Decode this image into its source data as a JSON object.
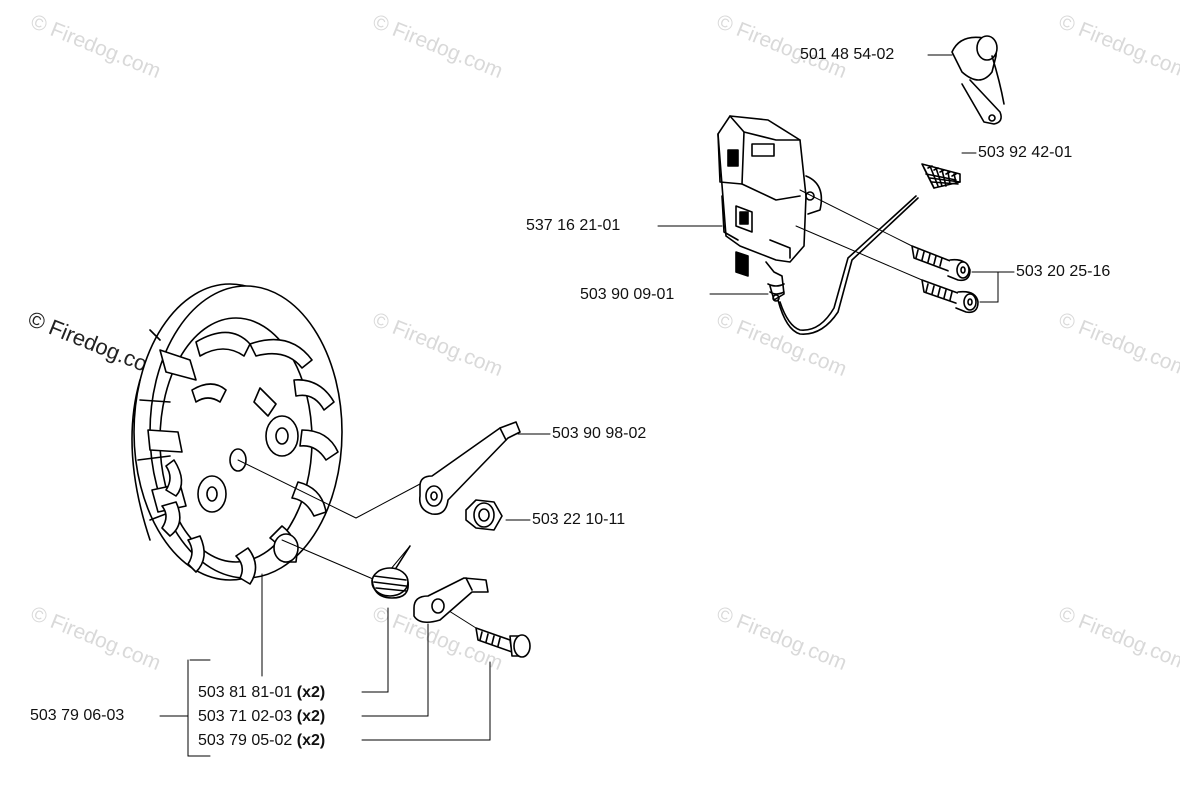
{
  "watermark": "© Firedog.com",
  "parts": {
    "spark_plug_cap": "501 48 54-02",
    "spring": "503 92 42-01",
    "ignition_module": "537 16 21-01",
    "lead": "503 90 09-01",
    "module_screw": "503 20 25-16",
    "pawl_arm": "503 90 98-02",
    "nut": "503 22 10-11",
    "flywheel": "503 79 06-03",
    "pawl_spring": "503 81 81-01",
    "pawl": "503 71 02-03",
    "pawl_pin": "503 79 05-02",
    "qty_x2": "(x2)"
  }
}
